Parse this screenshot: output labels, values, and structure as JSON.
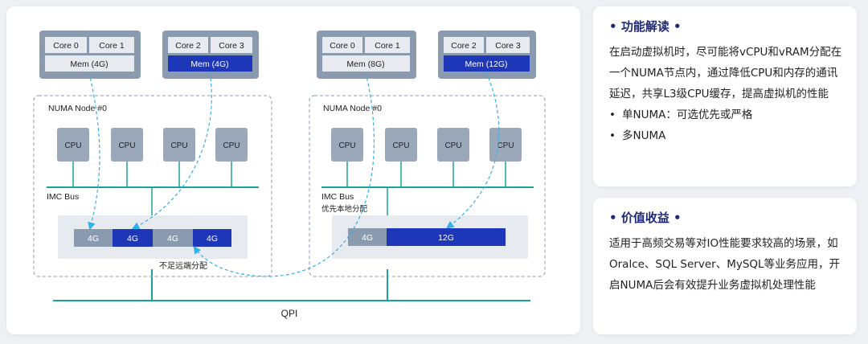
{
  "colors": {
    "teal": "#1aa39b",
    "blue_dark": "#1e36b8",
    "box_gray": "#8a9bb0",
    "cpu_gray": "#9aa8ba",
    "title_navy": "#1e2a78",
    "dashed_link": "#35b0e8"
  },
  "diagram": {
    "vm_boxes": [
      {
        "cores": [
          "Core 0",
          "Core 1"
        ],
        "mem": "Mem  (4G)",
        "mem_highlight": false
      },
      {
        "cores": [
          "Core 2",
          "Core 3"
        ],
        "mem": "Mem  (4G)",
        "mem_highlight": true
      },
      {
        "cores": [
          "Core 0",
          "Core 1"
        ],
        "mem": "Mem  (8G)",
        "mem_highlight": false
      },
      {
        "cores": [
          "Core 2",
          "Core 3"
        ],
        "mem": "Mem  (12G)",
        "mem_highlight": true
      }
    ],
    "nodes": [
      {
        "label": "NUMA Node #0",
        "cpus": [
          "CPU",
          "CPU",
          "CPU",
          "CPU"
        ],
        "bus_label": "IMC Bus",
        "sub_label": "",
        "mem_label": "不足远端分配",
        "mem_blocks": [
          {
            "label": "4G",
            "kind": "gray"
          },
          {
            "label": "4G",
            "kind": "blue"
          },
          {
            "label": "4G",
            "kind": "gray"
          },
          {
            "label": "4G",
            "kind": "blue"
          }
        ]
      },
      {
        "label": "NUMA Node #0",
        "cpus": [
          "CPU",
          "CPU",
          "CPU",
          "CPU"
        ],
        "bus_label": "IMC Bus",
        "sub_label": "优先本地分配",
        "mem_label": "",
        "mem_blocks": [
          {
            "label": "4G",
            "kind": "gray"
          },
          {
            "label": "12G",
            "kind": "blue"
          }
        ]
      }
    ],
    "qpi_label": "QPI"
  },
  "function_card": {
    "title": "功能解读",
    "body": "在启动虚拟机时，尽可能将vCPU和vRAM分配在一个NUMA节点内，通过降低CPU和内存的通讯延迟，共享L3级CPU缓存，提高虚拟机的性能",
    "bullets": [
      "单NUMA：可选优先或严格",
      "多NUMA"
    ]
  },
  "value_card": {
    "title": "价值收益",
    "body": "适用于高频交易等对IO性能要求较高的场景，如Oralce、SQL Server、MySQL等业务应用，开启NUMA后会有效提升业务虚拟机处理性能"
  }
}
